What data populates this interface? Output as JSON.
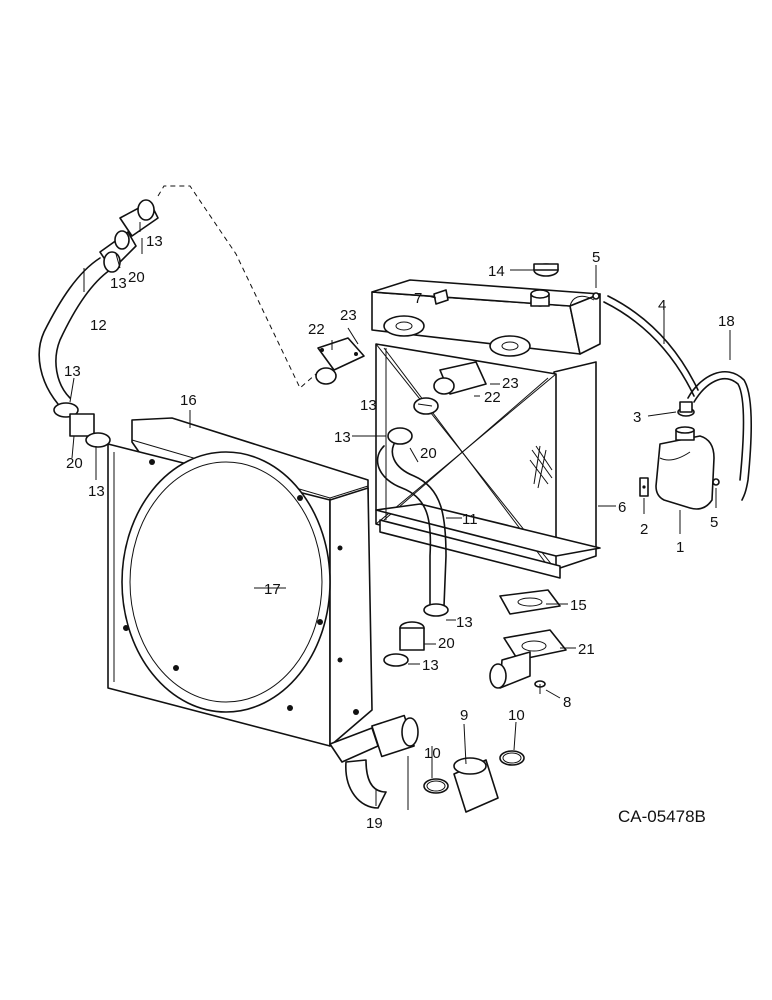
{
  "drawing": {
    "reference_code": "CA-05478B"
  },
  "callouts": {
    "c1": "1",
    "c2": "2",
    "c3": "3",
    "c4": "4",
    "c5a": "5",
    "c5b": "5",
    "c6": "6",
    "c7": "7",
    "c8": "8",
    "c9": "9",
    "c10a": "10",
    "c10b": "10",
    "c11": "11",
    "c12": "12",
    "c13a": "13",
    "c13b": "13",
    "c13c": "13",
    "c13d": "13",
    "c13e": "13",
    "c13f": "13",
    "c13g": "13",
    "c14": "14",
    "c15": "15",
    "c16": "16",
    "c17": "17",
    "c18": "18",
    "c19": "19",
    "c20a": "20",
    "c20b": "20",
    "c20c": "20",
    "c20d": "20",
    "c21": "21",
    "c22a": "22",
    "c22b": "22",
    "c23a": "23",
    "c23b": "23"
  }
}
